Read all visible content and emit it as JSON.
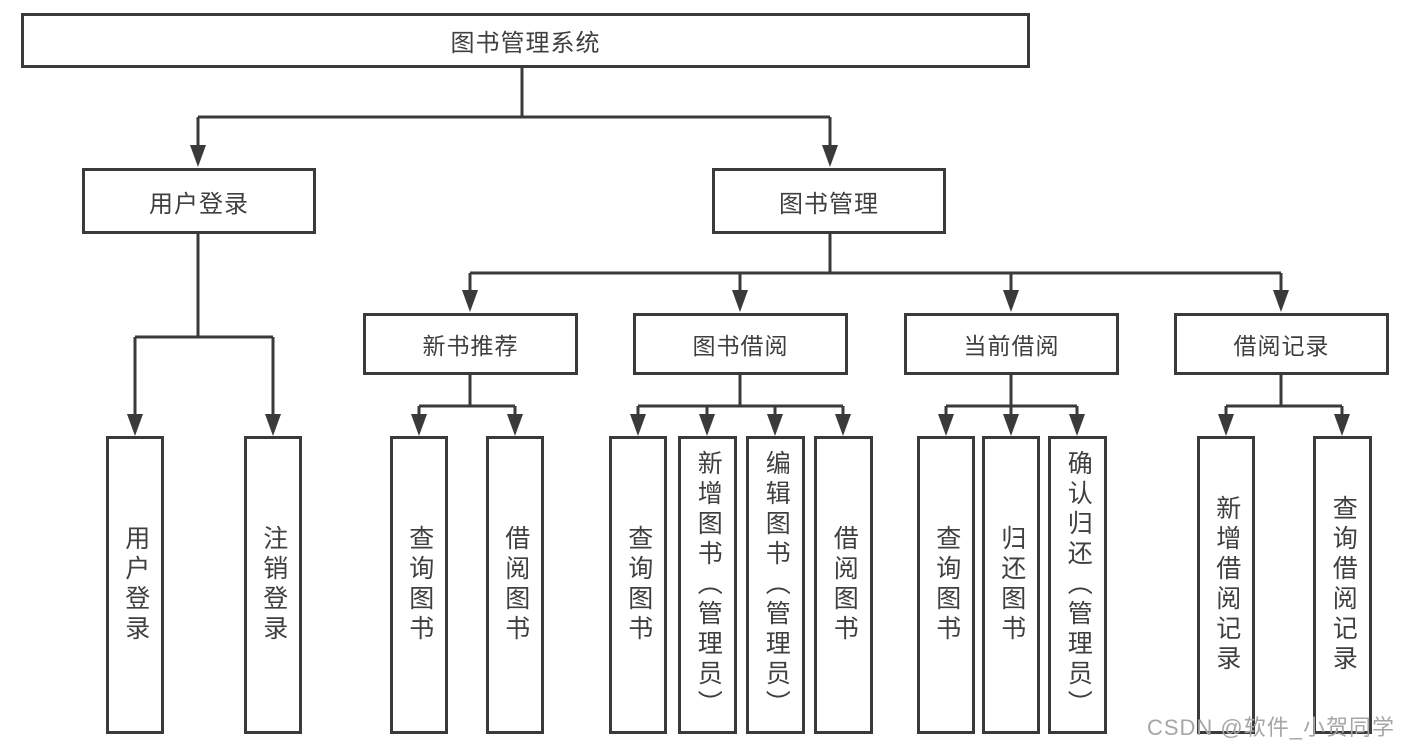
{
  "diagram": {
    "root": {
      "label": "图书管理系统"
    },
    "level2": [
      {
        "label": "用户登录"
      },
      {
        "label": "图书管理"
      }
    ],
    "level3": [
      {
        "label": "新书推荐"
      },
      {
        "label": "图书借阅"
      },
      {
        "label": "当前借阅"
      },
      {
        "label": "借阅记录"
      }
    ],
    "leaves": [
      {
        "label": "用户登录"
      },
      {
        "label": "注销登录"
      },
      {
        "label": "查询图书"
      },
      {
        "label": "借阅图书"
      },
      {
        "label": "查询图书"
      },
      {
        "label": "新增图书（管理员）"
      },
      {
        "label": "编辑图书（管理员）"
      },
      {
        "label": "借阅图书"
      },
      {
        "label": "查询图书"
      },
      {
        "label": "归还图书"
      },
      {
        "label": "确认归还（管理员）"
      },
      {
        "label": "新增借阅记录"
      },
      {
        "label": "查询借阅记录"
      }
    ]
  },
  "watermark": {
    "text": "CSDN @软件_小贺同学"
  },
  "colors": {
    "line": "#3a3a3a",
    "border": "#3a3a3a",
    "text": "#3f3f3f",
    "watermark": "#a6a6a6",
    "background": "#ffffff"
  }
}
